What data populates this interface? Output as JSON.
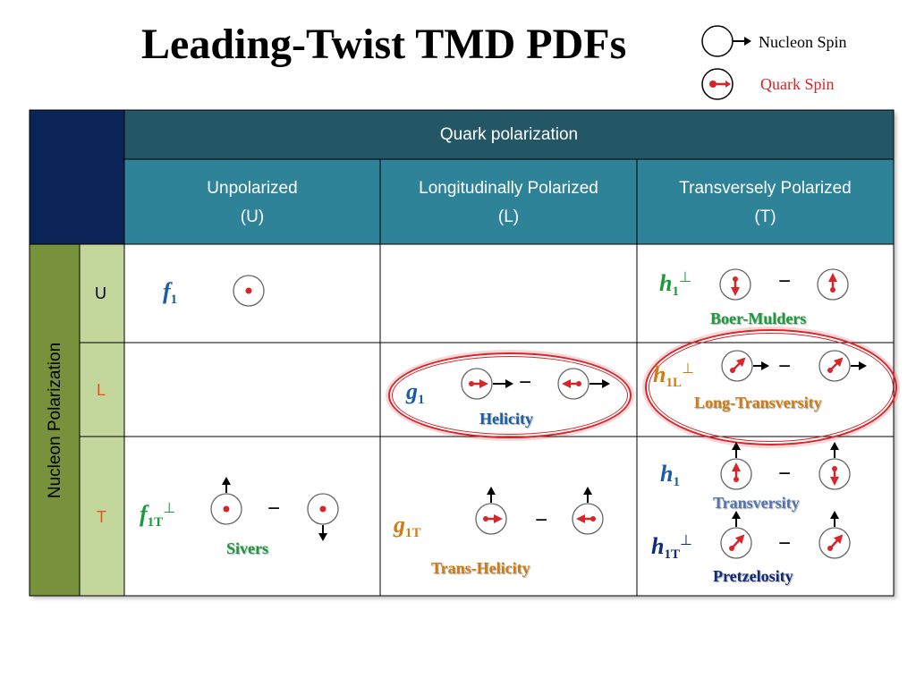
{
  "title": "Leading-Twist TMD PDFs",
  "legend": {
    "nucleon_spin": "Nucleon Spin",
    "quark_spin": "Quark Spin"
  },
  "header": {
    "quark_polarization": "Quark polarization",
    "unpolarized": "Unpolarized",
    "unpolarized_abbr": "(U)",
    "longitudinal": "Longitudinally Polarized",
    "longitudinal_abbr": "(L)",
    "transverse": "Transversely Polarized",
    "transverse_abbr": "(T)"
  },
  "nucleon": {
    "label": "Nucleon Polarization",
    "rows": [
      "U",
      "L",
      "T"
    ]
  },
  "cells": {
    "f1": {
      "base": "f",
      "sub": "1"
    },
    "g1": {
      "base": "g",
      "sub": "1",
      "name": "Helicity"
    },
    "h1perp": {
      "base": "h",
      "sub": "1",
      "sup": "⊥",
      "name": "Boer-Mulders"
    },
    "h1Lperp": {
      "base": "h",
      "sub": "1L",
      "sup": "⊥",
      "name": "Long-Transversity"
    },
    "f1Tperp": {
      "base": "f",
      "sub": "1T",
      "sup": "⊥",
      "name": "Sivers"
    },
    "g1T": {
      "base": "g",
      "sub": "1T",
      "name": "Trans-Helicity"
    },
    "h1": {
      "base": "h",
      "sub": "1",
      "name": "Transversity"
    },
    "h1Tperp": {
      "base": "h",
      "sub": "1T",
      "sup": "⊥",
      "name": "Pretzelosity"
    }
  },
  "minus": "−",
  "colors": {
    "header_dark": "#235766",
    "header_mid": "#2f8399",
    "corner": "#0b2458",
    "side_dark": "#77923b",
    "side_light": "#c3d69b",
    "quark_red": "#d9242a",
    "ring_red": "#d9242a",
    "green_label": "#1a9a3c",
    "blue_label": "#1a5ca8",
    "orange_label": "#d07c12",
    "navy_label": "#102a7a",
    "light_blue_label": "#5574b3"
  }
}
